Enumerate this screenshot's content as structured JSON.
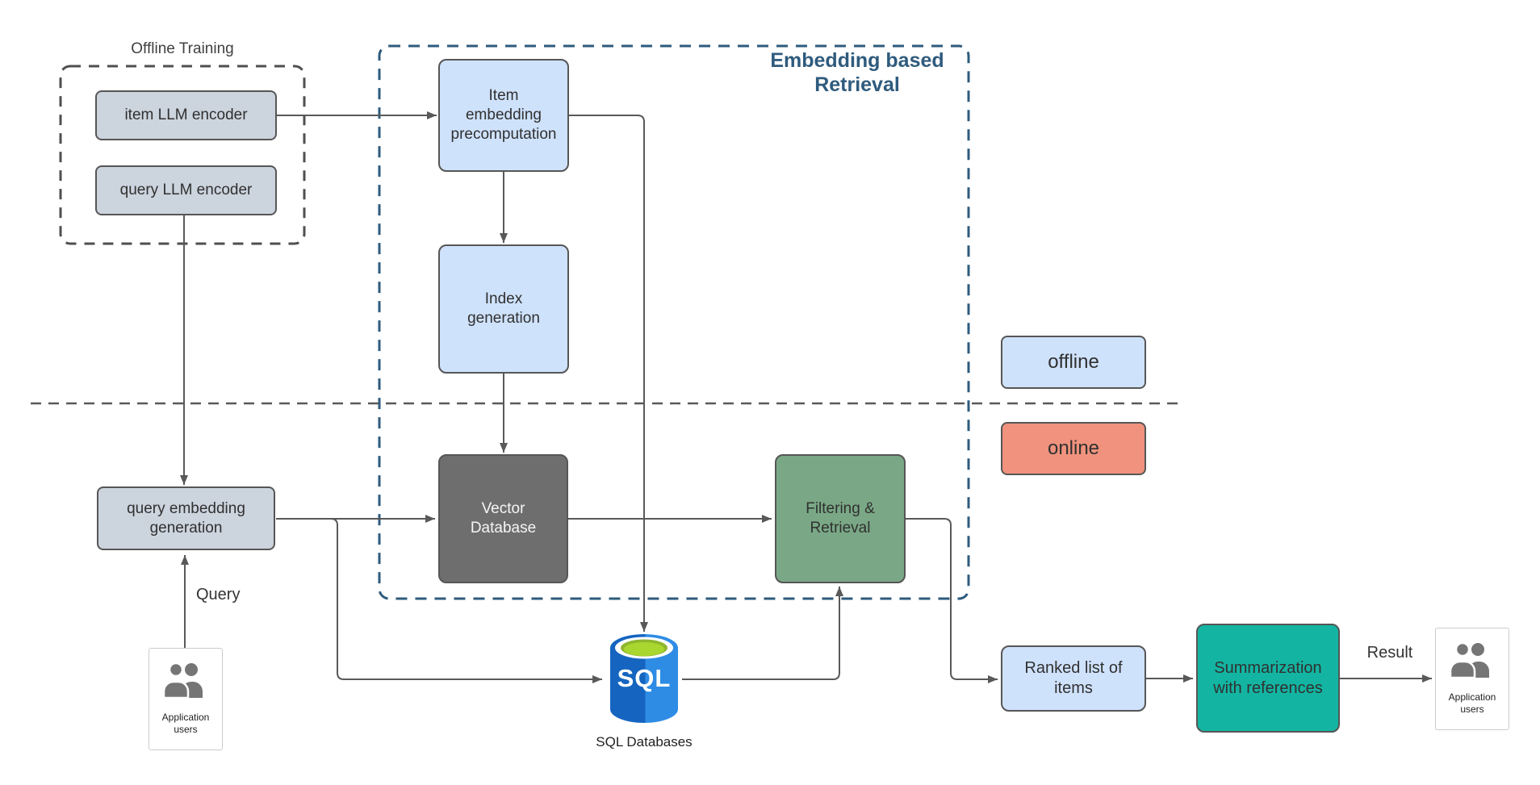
{
  "groups": {
    "offline_training": {
      "title": "Offline Training"
    },
    "embedding_retrieval": {
      "title": "Embedding based\nRetrieval"
    }
  },
  "nodes": {
    "item_llm_encoder": {
      "label": "item LLM encoder"
    },
    "query_llm_encoder": {
      "label": "query LLM encoder"
    },
    "item_embedding_precomputation": {
      "label": "Item\nembedding\nprecomputation"
    },
    "index_generation": {
      "label": "Index\ngeneration"
    },
    "vector_database": {
      "label": "Vector\nDatabase"
    },
    "filtering_retrieval": {
      "label": "Filtering &\nRetrieval"
    },
    "query_embedding_generation": {
      "label": "query embedding\ngeneration"
    },
    "ranked_list": {
      "label": "Ranked list of\nitems"
    },
    "summarization": {
      "label": "Summarization\nwith references"
    },
    "sql_database": {
      "icon_text": "SQL",
      "label": "SQL Databases"
    },
    "app_users_left": {
      "label": "Application\nusers"
    },
    "app_users_right": {
      "label": "Application\nusers"
    }
  },
  "legend": {
    "offline": "offline",
    "online": "online"
  },
  "edge_labels": {
    "query": "Query",
    "result": "Result"
  },
  "colors": {
    "gray_node": "#ccd4de",
    "blue_node": "#cfe2fc",
    "dark_node": "#6e6e6e",
    "green_node": "#7aa886",
    "teal_node": "#13b5a2",
    "salmon_node": "#f0927d",
    "navy_accent": "#2f5b7d",
    "connector": "#595959",
    "sql_blue_dark": "#1565c0",
    "sql_blue_light": "#2e8ce5",
    "sql_green": "#a9d62f"
  }
}
